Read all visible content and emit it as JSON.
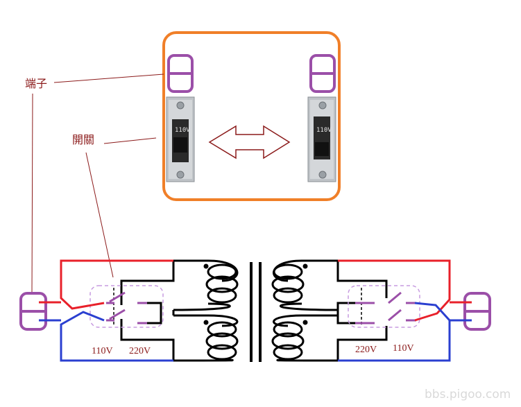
{
  "labels": {
    "terminal": "端子",
    "switch": "開關",
    "left_voltage_a": "110V",
    "left_voltage_b": "220V",
    "right_voltage_a": "220V",
    "right_voltage_b": "110V",
    "switch_marking": "110V"
  },
  "watermark": "bbs.pigoo.com",
  "colors": {
    "frame": "#f07f28",
    "terminal": "#9b4fa8",
    "annotation_line": "#8b1a1a",
    "hot_wire": "#e8202a",
    "neutral_wire": "#2a3fd0",
    "winding": "#000000",
    "dashed_box": "#c79be0"
  },
  "icons": {
    "double_arrow": "double-arrow-icon",
    "switch": "slide-switch-icon",
    "terminal": "terminal-connector-icon"
  }
}
